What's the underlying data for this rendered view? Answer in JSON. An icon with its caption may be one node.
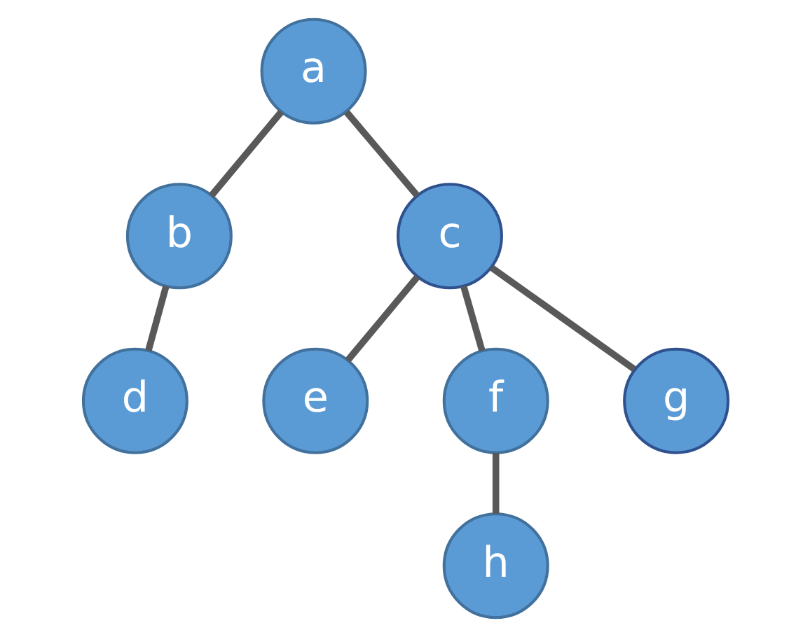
{
  "diagram": {
    "nodes": [
      {
        "text": [
          "a"
        ]
      },
      {
        "text": [
          "b"
        ]
      },
      {
        "text": [
          "c"
        ]
      },
      {
        "text": [
          "d"
        ]
      },
      {
        "text": [
          "e"
        ]
      },
      {
        "text": [
          "f"
        ]
      },
      {
        "text": [
          "g"
        ]
      },
      {
        "text": [
          "h"
        ]
      }
    ],
    "edges": [
      {
        "from": 0,
        "to": 1,
        "arrow": "none"
      },
      {
        "from": 0,
        "to": 2,
        "arrow": "none"
      },
      {
        "from": 1,
        "to": 3,
        "arrow": "none"
      },
      {
        "from": 2,
        "to": 4,
        "arrow": "none"
      },
      {
        "from": 2,
        "to": 5,
        "arrow": "none"
      },
      {
        "from": 2,
        "to": 6,
        "arrow": "none"
      },
      {
        "from": 5,
        "to": 7,
        "arrow": "none"
      }
    ]
  }
}
